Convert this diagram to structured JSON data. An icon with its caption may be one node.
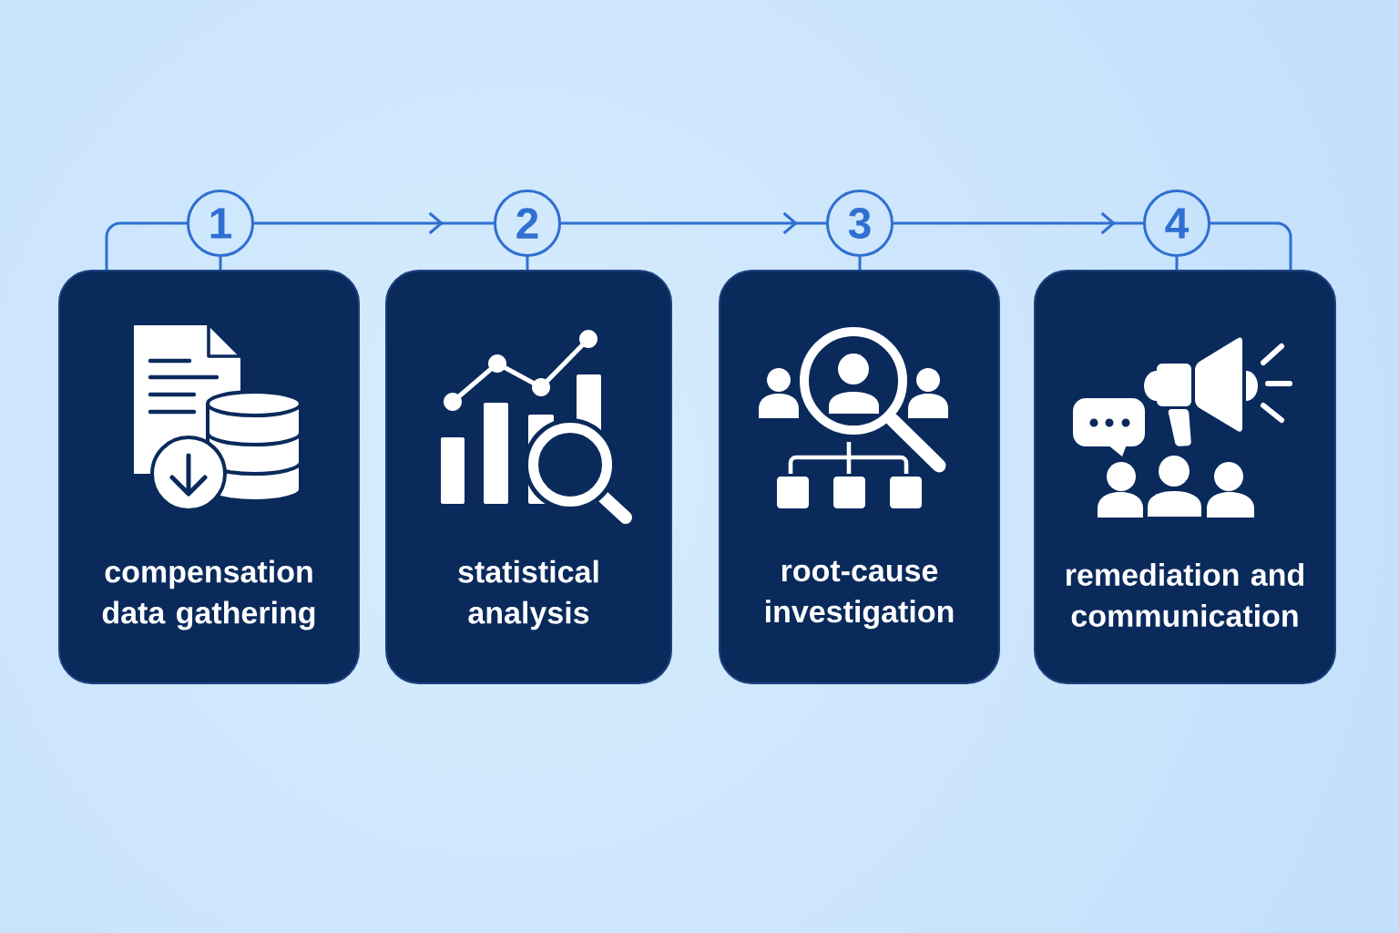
{
  "diagram": {
    "nodes": [
      {
        "text": [
          "1"
        ]
      },
      {
        "text": [
          "2"
        ]
      },
      {
        "text": [
          "3"
        ]
      },
      {
        "text": [
          "4"
        ]
      },
      {
        "text": [
          "compensation data gathering"
        ]
      },
      {
        "text": [
          "statistical analysis"
        ]
      },
      {
        "text": [
          "root-cause investigation"
        ]
      },
      {
        "text": [
          "remediation and communication"
        ]
      }
    ],
    "edges": [
      {
        "from": 0,
        "to": 1,
        "arrow": "to"
      },
      {
        "from": 1,
        "to": 2,
        "arrow": "to"
      },
      {
        "from": 2,
        "to": 3,
        "arrow": "to"
      },
      {
        "from": 0,
        "to": 4,
        "arrow": "none"
      },
      {
        "from": 1,
        "to": 5,
        "arrow": "none"
      },
      {
        "from": 2,
        "to": 6,
        "arrow": "none"
      },
      {
        "from": 3,
        "to": 7,
        "arrow": "none"
      },
      {
        "from": 0,
        "to": 4,
        "arrow": "none"
      },
      {
        "from": 3,
        "to": 7,
        "arrow": "none"
      }
    ]
  }
}
